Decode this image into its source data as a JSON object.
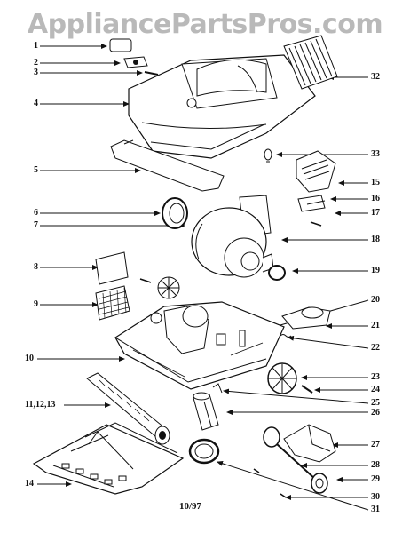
{
  "header": {
    "watermark": "AppliancePartsPros.com"
  },
  "diagram": {
    "footer": "10/97",
    "callouts_left": [
      "1",
      "2",
      "3",
      "4",
      "5",
      "6",
      "7",
      "8",
      "9",
      "10",
      "11,12,13",
      "14"
    ],
    "callouts_right": [
      "32",
      "33",
      "15",
      "16",
      "17",
      "18",
      "19",
      "20",
      "21",
      "22",
      "23",
      "24",
      "25",
      "26",
      "27",
      "28",
      "29",
      "30",
      "31"
    ]
  }
}
